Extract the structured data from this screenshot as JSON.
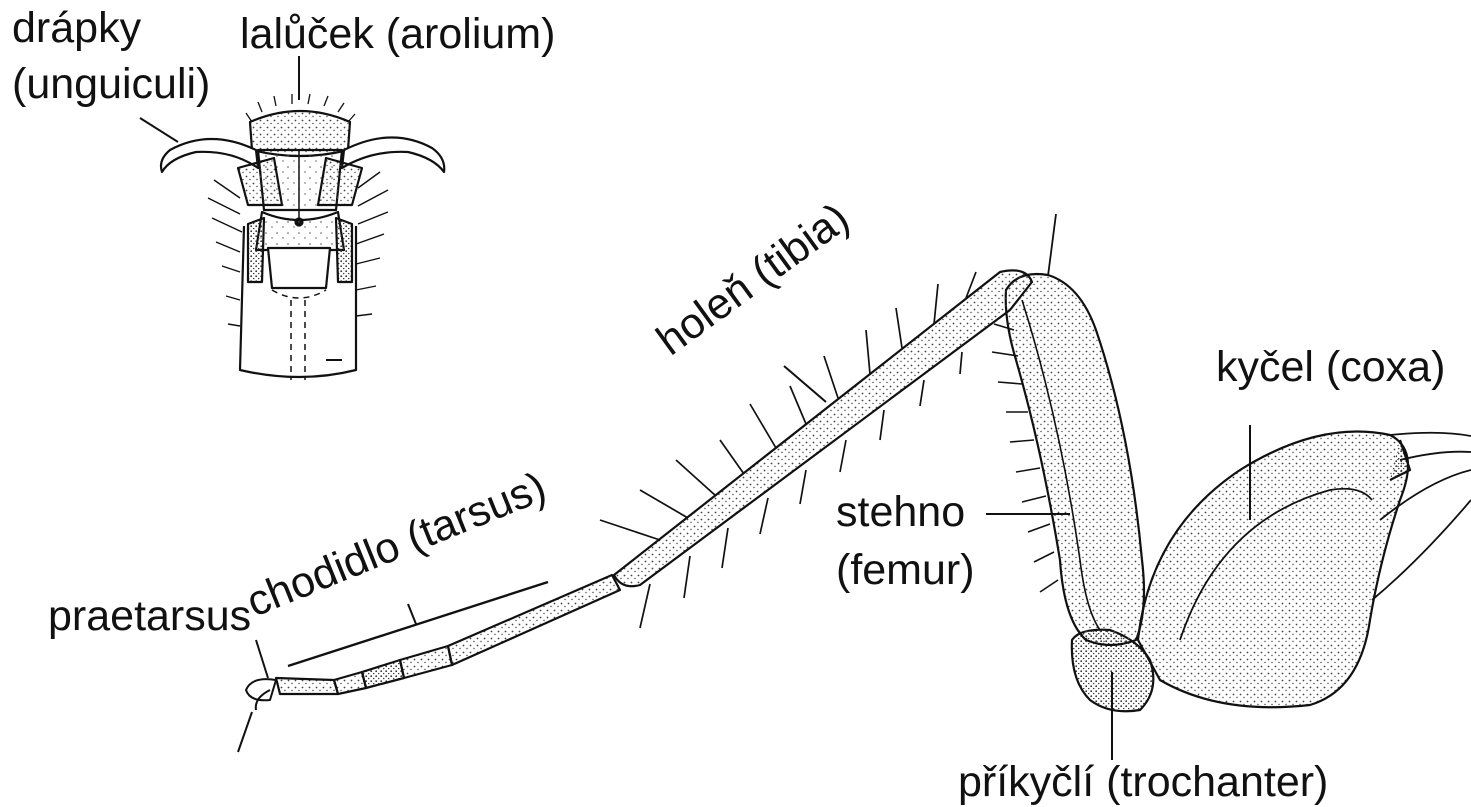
{
  "labels": {
    "unguiculi_cz": "drápky",
    "unguiculi_la": "(unguiculi)",
    "arolium": "lalůček (arolium)",
    "tibia": "holeň (tibia)",
    "coxa": "kyčel (coxa)",
    "tarsus": "chodidlo (tarsus)",
    "femur_cz": "stehno",
    "femur_la": "(femur)",
    "praetarsus": "praetarsus",
    "trochanter": "příkyčlí (trochanter)"
  },
  "colors": {
    "ink": "#111111",
    "stipple": "#444444",
    "background": "#ffffff"
  }
}
